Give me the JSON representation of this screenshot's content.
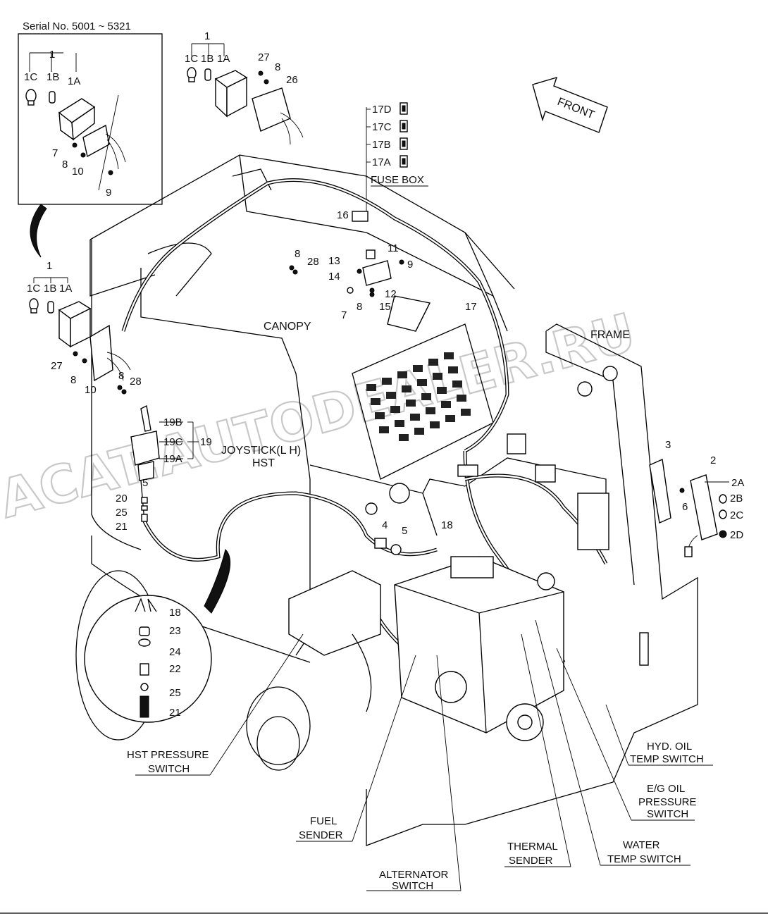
{
  "serial_note": "Serial No. 5001 ~ 5321",
  "front_label": "FRONT",
  "watermark": "ACAT.AUTODEALER.RU",
  "section_labels": {
    "canopy": "CANOPY",
    "frame": "FRAME",
    "fuse_box": "FUSE BOX",
    "joystick_line1": "JOYSTICK(L H)",
    "joystick_line2": "HST"
  },
  "callouts": {
    "hst_pressure_switch": [
      "HST PRESSURE",
      "SWITCH"
    ],
    "fuel_sender": [
      "FUEL",
      "SENDER"
    ],
    "alternator_switch": [
      "ALTERNATOR",
      "SWITCH"
    ],
    "thermal_sender": [
      "THERMAL",
      "SENDER"
    ],
    "water_temp_switch": [
      "WATER",
      "TEMP SWITCH"
    ],
    "eg_oil_pressure_switch": [
      "E/G OIL",
      "PRESSURE",
      "SWITCH"
    ],
    "hyd_oil_temp_switch": [
      "HYD. OIL",
      "TEMP SWITCH"
    ]
  },
  "part_numbers": {
    "inset_1": "1",
    "inset_1c": "1C",
    "inset_1b": "1B",
    "inset_1a": "1A",
    "inset_7": "7",
    "inset_8": "8",
    "inset_10": "10",
    "inset_9": "9",
    "top_1": "1",
    "top_1c": "1C",
    "top_1b": "1B",
    "top_1a": "1A",
    "top_27": "27",
    "top_8": "8",
    "top_26": "26",
    "f17d": "17D",
    "f17c": "17C",
    "f17b": "17B",
    "f17a": "17A",
    "p16": "16",
    "p11": "11",
    "p13": "13",
    "p9": "9",
    "p14": "14",
    "p12": "12",
    "p7b": "7",
    "p8b": "8",
    "p15": "15",
    "p8c": "8",
    "p28": "28",
    "p17": "17",
    "left_1": "1",
    "left_1c": "1C",
    "left_1b": "1B",
    "left_1a": "1A",
    "left_27": "27",
    "left_8": "8",
    "left_10": "10",
    "left_8b": "8",
    "left_28": "28",
    "j19b": "19B",
    "j19c": "19C",
    "j19": "19",
    "j19a": "19A",
    "j5": "5",
    "j20": "20",
    "j25": "25",
    "j21": "21",
    "p4": "4",
    "p5": "5",
    "p18": "18",
    "p3": "3",
    "p2": "2",
    "p2a": "2A",
    "p6": "6",
    "p2b": "2B",
    "p2c": "2C",
    "p2d": "2D",
    "c18": "18",
    "c23": "23",
    "c24": "24",
    "c22": "22",
    "c25": "25",
    "c21": "21"
  }
}
